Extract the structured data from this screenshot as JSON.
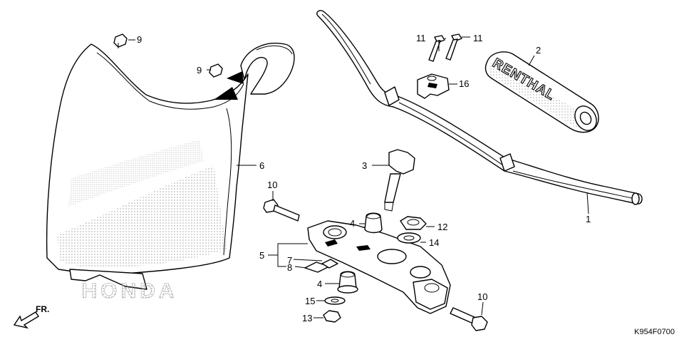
{
  "diagram": {
    "code": "K954F0700",
    "direction_label": "FR.",
    "stamped_text": {
      "brand_on_plate": "HONDA",
      "brand_on_grip": "RENTHAL"
    },
    "callouts": [
      {
        "id": "1",
        "label": "1"
      },
      {
        "id": "2",
        "label": "2"
      },
      {
        "id": "3",
        "label": "3"
      },
      {
        "id": "4a",
        "label": "4"
      },
      {
        "id": "4b",
        "label": "4"
      },
      {
        "id": "5",
        "label": "5"
      },
      {
        "id": "6",
        "label": "6"
      },
      {
        "id": "7",
        "label": "7"
      },
      {
        "id": "8",
        "label": "8"
      },
      {
        "id": "9a",
        "label": "9"
      },
      {
        "id": "9b",
        "label": "9"
      },
      {
        "id": "10a",
        "label": "10"
      },
      {
        "id": "10b",
        "label": "10"
      },
      {
        "id": "11a",
        "label": "11"
      },
      {
        "id": "11b",
        "label": "11"
      },
      {
        "id": "12",
        "label": "12"
      },
      {
        "id": "13",
        "label": "13"
      },
      {
        "id": "14",
        "label": "14"
      },
      {
        "id": "15",
        "label": "15"
      },
      {
        "id": "16",
        "label": "16"
      }
    ]
  }
}
